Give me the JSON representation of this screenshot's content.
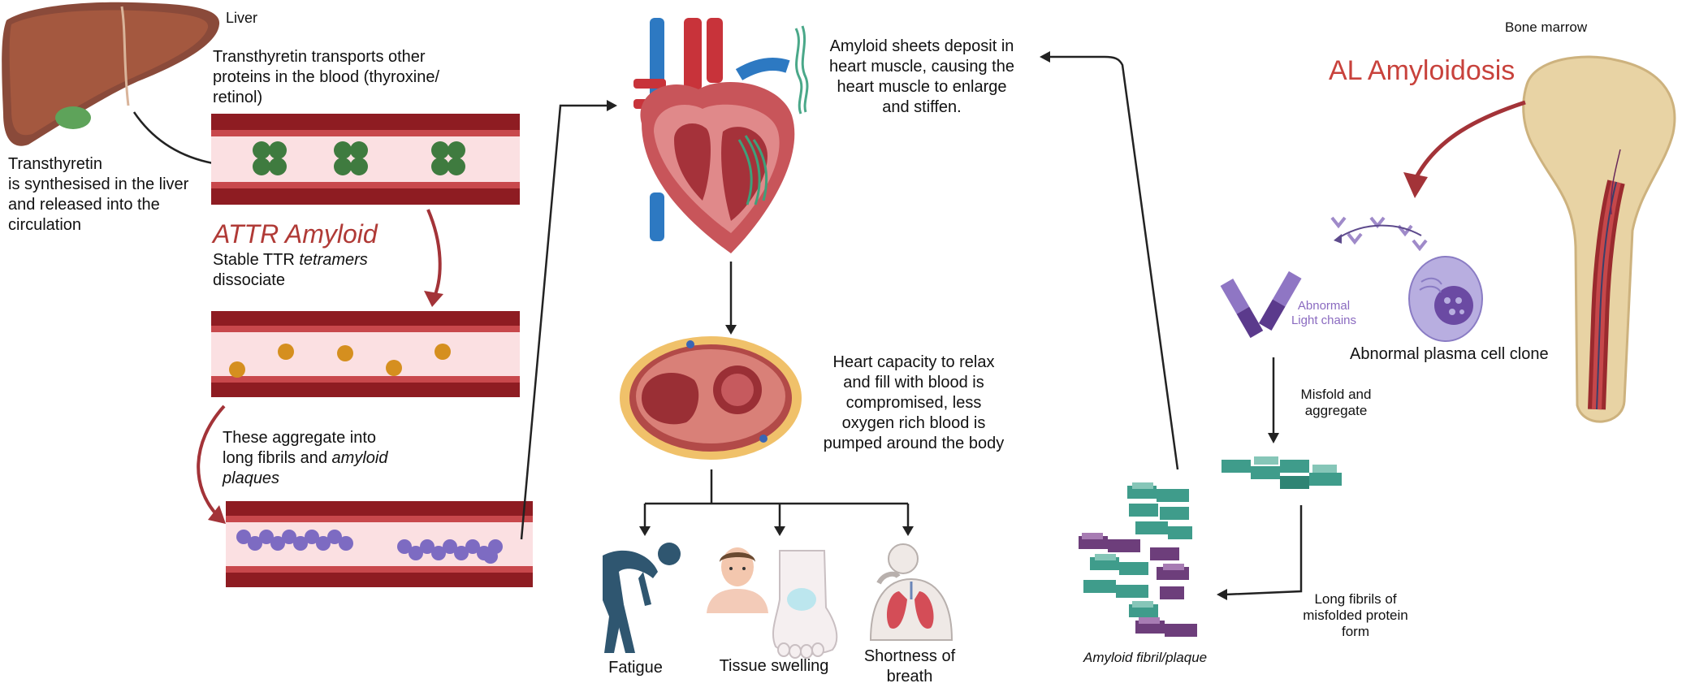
{
  "colors": {
    "vessel_wall": "#8e1c22",
    "vessel_lumen": "#fbe0e2",
    "ttr_tetramer": "#3f7b3f",
    "ttr_monomer": "#d58f1f",
    "fibril": "#7d6bc2",
    "attr_red": "#b03a36",
    "al_red": "#c8423c",
    "plasma_cell": "#b8aee0",
    "light_chain": "#6b4aa3",
    "misfolded_teal": "#3f9c8b",
    "plaque_purple": "#6d3e7b",
    "bone": "#e8d3a4",
    "fatigue_figure": "#2f5670"
  },
  "icons": [
    "liver-icon",
    "heart-icon",
    "heart-cross-section-icon",
    "fatigue-figure-icon",
    "swollen-face-icon",
    "swollen-foot-icon",
    "lungs-icon",
    "bone-marrow-icon",
    "plasma-cell-icon",
    "light-chain-icon",
    "amyloid-plaque-icon"
  ],
  "attr": {
    "liver_label": "Liver",
    "transport_text": [
      "Transthyretin transports other",
      "proteins in the blood (thyroxine/",
      "retinol)"
    ],
    "synthesis_text": [
      "Transthyretin",
      "is synthesised in the liver",
      "and released into the",
      "circulation"
    ],
    "title": "ATTR Amyloid",
    "dissociate_prefix": "Stable TTR ",
    "dissociate_italic": "tetramers",
    "dissociate_suffix": "dissociate",
    "aggregate_line1": "These aggregate into",
    "aggregate_line2_prefix": "long fibrils and ",
    "aggregate_line2_italic": "amyloid",
    "aggregate_line3_italic": "plaques"
  },
  "heart": {
    "deposit_text": [
      "Amyloid sheets deposit in",
      "heart muscle, causing the",
      "heart muscle to enlarge",
      "and stiffen."
    ],
    "capacity_text": [
      "Heart capacity to relax",
      "and fill with blood is",
      "compromised, less",
      "oxygen rich blood is",
      "pumped around the body"
    ]
  },
  "symptoms": {
    "fatigue": "Fatigue",
    "swelling": "Tissue swelling",
    "breath": [
      "Shortness of",
      "breath"
    ]
  },
  "al": {
    "bone_marrow_label": "Bone marrow",
    "title": "AL Amyloidosis",
    "light_chains_label": [
      "Abnormal",
      "Light chains"
    ],
    "plasma_clone_label": "Abnormal plasma cell clone",
    "misfold_label": [
      "Misfold and",
      "aggregate"
    ],
    "long_fibrils_label": [
      "Long fibrils of",
      "misfolded protein",
      "form"
    ],
    "plaque_label": "Amyloid fibril/plaque"
  }
}
